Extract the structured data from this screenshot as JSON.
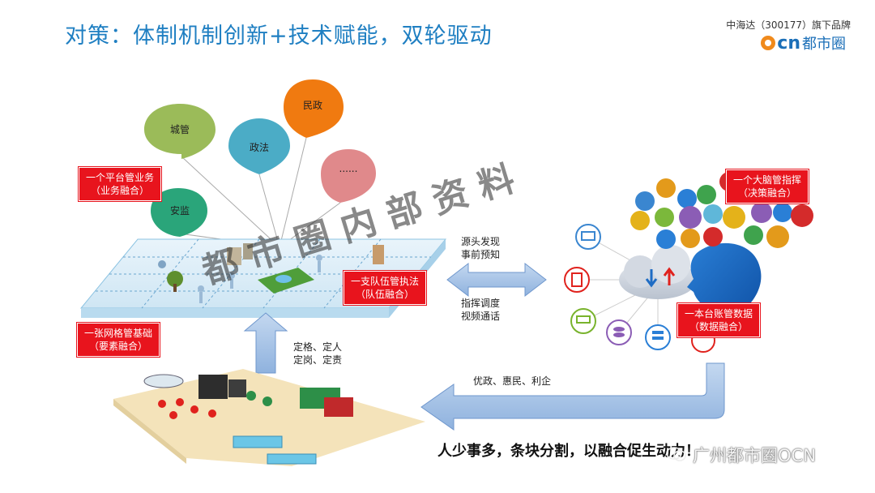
{
  "title": "对策：体制机制创新+技术赋能，双轮驱动",
  "brand": {
    "subtitle": "中海达（300177）旗下品牌",
    "logo_cn": "cn",
    "logo_text": "都市圈"
  },
  "bubbles": [
    {
      "label": "城管",
      "color": "#9bbb59"
    },
    {
      "label": "政法",
      "color": "#4bacc6"
    },
    {
      "label": "民政",
      "color": "#f07a10"
    },
    {
      "label": "......",
      "color": "#e0898b"
    },
    {
      "label": "安监",
      "color": "#2aa57a"
    }
  ],
  "red_labels": {
    "platform": [
      "一个平台管业务",
      "（业务融合）"
    ],
    "grid": [
      "一张网格管基础",
      "（要素融合）"
    ],
    "team": [
      "一支队伍管执法",
      "（队伍融合）"
    ],
    "brain": [
      "一个大脑管指挥",
      "（决策融合）"
    ],
    "ledger": [
      "一本台账管数据",
      "（数据融合）"
    ]
  },
  "flow_labels": {
    "source": [
      "源头发现",
      "事前预知"
    ],
    "command": [
      "指挥调度",
      "视频通话"
    ],
    "fix": [
      "定格、定人",
      "定岗、定责"
    ],
    "benefit": "优政、惠民、利企"
  },
  "watermark": "都 市 圈 内 部 资 料",
  "slogan": "人少事多，条块分割，以融合促生动力！",
  "wechat_footer": "广州都市圈OCN",
  "colors": {
    "title": "#1f7fc2",
    "red": "#e8141d",
    "arrow": "#a8c4e6",
    "arrow_edge": "#6f97cd"
  }
}
